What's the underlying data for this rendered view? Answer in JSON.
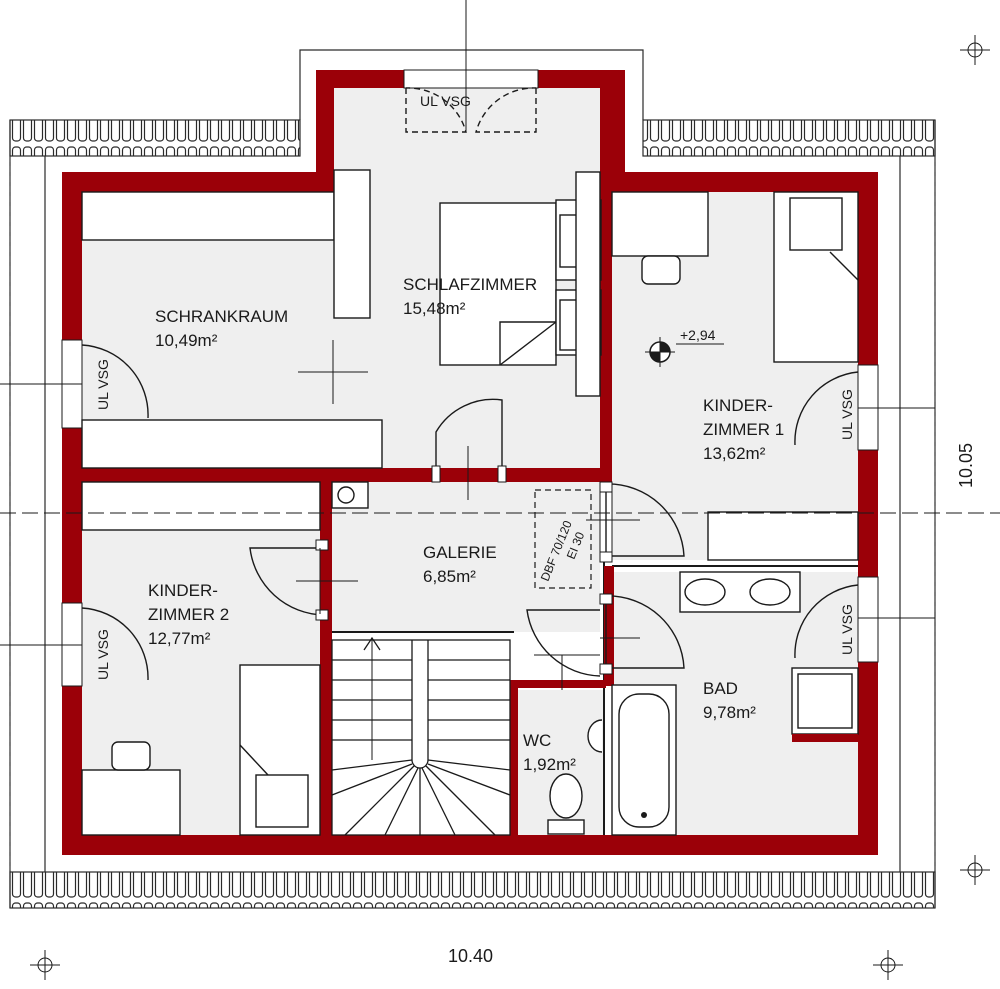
{
  "rooms": {
    "schrankraum": {
      "name": "SCHRANKRAUM",
      "area": "10,49m²"
    },
    "schlafzimmer": {
      "name": "SCHLAFZIMMER",
      "area": "15,48m²"
    },
    "kinderzimmer1": {
      "name_line1": "KINDER-",
      "name_line2": "ZIMMER 1",
      "area": "13,62m²"
    },
    "galerie": {
      "name": "GALERIE",
      "area": "6,85m²"
    },
    "kinderzimmer2": {
      "name_line1": "KINDER-",
      "name_line2": "ZIMMER 2",
      "area": "12,77m²"
    },
    "wc": {
      "name": "WC",
      "area": "1,92m²"
    },
    "bad": {
      "name": "BAD",
      "area": "9,78m²"
    }
  },
  "window_labels": {
    "top": "UL VSG",
    "left_upper": "UL VSG",
    "left_lower": "UL VSG",
    "right_upper": "UL VSG",
    "right_lower": "UL VSG"
  },
  "level_mark": "+2,94",
  "skylight": {
    "line1": "DBF 70/120",
    "line2": "EI 30"
  },
  "dimensions": {
    "width": "10.40",
    "depth": "10.05"
  },
  "colors": {
    "wall": "#9b0008",
    "floor": "#efefef",
    "line": "#1a1a1a"
  }
}
